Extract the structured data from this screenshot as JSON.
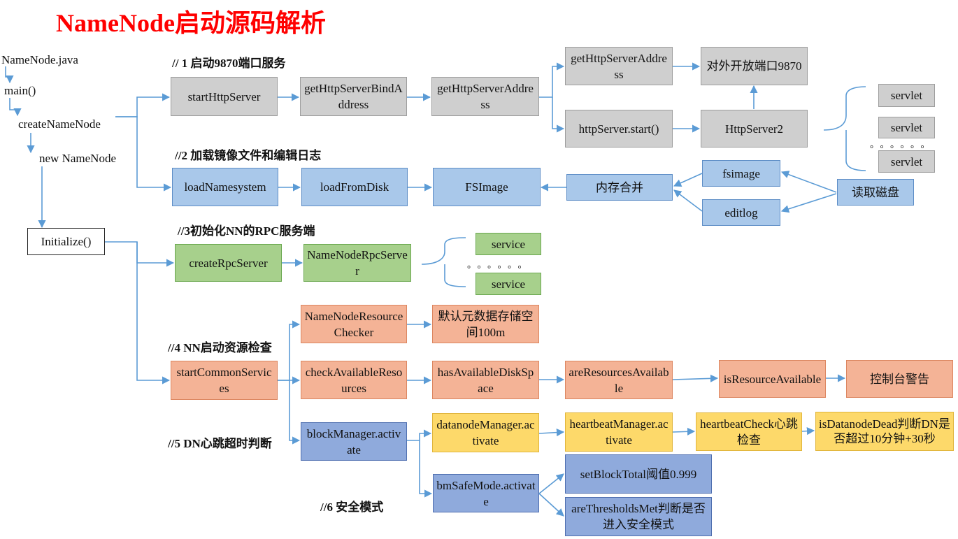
{
  "title": "NameNode启动源码解析",
  "flow": {
    "file": "NameNode.java",
    "main": "main()",
    "create": "createNameNode",
    "new_nn": "new NameNode",
    "initialize": "Initialize()"
  },
  "sections": {
    "s1": "// 1 启动9870端口服务",
    "s2": "//2 加载镜像文件和编辑日志",
    "s3": "//3初始化NN的RPC服务端",
    "s4": "//4 NN启动资源检查",
    "s5": "//5 DN心跳超时判断",
    "s6": "//6 安全模式"
  },
  "http": {
    "start": "startHttpServer",
    "bind": "getHttpServerBindAddress",
    "addr1": "getHttpServerAddress",
    "addr2": "getHttpServerAddress",
    "port": "对外开放端口9870",
    "start2": "httpServer.start()",
    "server2": "HttpServer2",
    "servlet1": "servlet",
    "servlet2": "servlet",
    "servlet3": "servlet",
    "dots": "。。。。。。"
  },
  "image": {
    "load_ns": "loadNamesystem",
    "load_disk": "loadFromDisk",
    "fsimage": "FSImage",
    "merge": "内存合并",
    "fsimage_file": "fsimage",
    "editlog": "editlog",
    "read_disk": "读取磁盘"
  },
  "rpc": {
    "create": "createRpcServer",
    "server": "NameNodeRpcServer",
    "service1": "service",
    "service2": "service",
    "dots": "。。。。。。"
  },
  "resource": {
    "common": "startCommonServices",
    "checker": "NameNodeResourceChecker",
    "default_space": "默认元数据存储空间100m",
    "check": "checkAvailableResources",
    "disk": "hasAvailableDiskSpace",
    "are": "areResourcesAvailable",
    "is": "isResourceAvailable",
    "warn": "控制台警告"
  },
  "heartbeat": {
    "block": "blockManager.activate",
    "dn": "datanodeManager.activate",
    "hb": "heartbeatManager.activate",
    "check": "heartbeatCheck心跳检查",
    "dead": "isDatanodeDead判断DN是否超过10分钟+30秒"
  },
  "safemode": {
    "bm": "bmSafeMode.activate",
    "total": "setBlockTotal阈值0.999",
    "met": "areThresholdsMet判断是否进入安全模式"
  },
  "colors": {
    "title": "#ff0000",
    "connector": "#5b9bd5"
  }
}
